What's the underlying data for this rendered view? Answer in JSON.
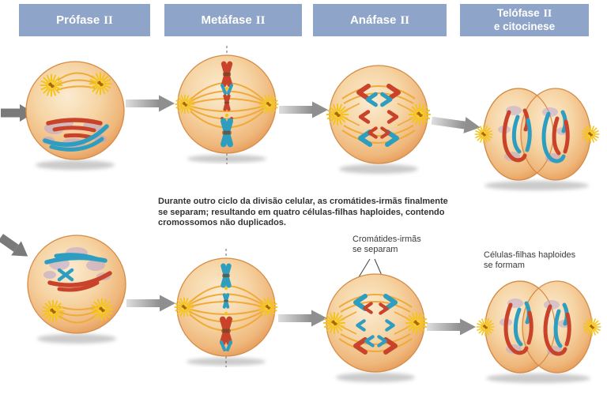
{
  "phases": [
    {
      "name": "Prófase",
      "numeral": "II",
      "line2": ""
    },
    {
      "name": "Metáfase",
      "numeral": "II",
      "line2": ""
    },
    {
      "name": "Anáfase",
      "numeral": "II",
      "line2": ""
    },
    {
      "name": "Telófase",
      "numeral": "II",
      "line2": "e citocinese"
    }
  ],
  "description": {
    "line1": "Durante outro ciclo da divisão celular, as cromátides-irmãs finalmente",
    "line2": "se separam; resultando em quatro células-filhas haploides, contendo",
    "line3": "cromossomos não duplicados."
  },
  "annotations": {
    "sister_chromatids": {
      "line1": "Cromátides-irmãs",
      "line2": "se separam"
    },
    "daughter_cells": {
      "line1": "Células-filhas haploides",
      "line2": "se formam"
    }
  },
  "colors": {
    "header_box": "#8EA4C8",
    "header_text": "#FFFFFF",
    "cell_center": "#FBEBD1",
    "cell_edge": "#E2914E",
    "chromosome_red": "#C9432A",
    "chromosome_blue": "#2E9EC0",
    "spindle_fiber": "#EFAA3A",
    "aster_yellow": "#F4C41D",
    "nuclear_envelope_purple": "#B7A3D0",
    "arrow_gray": "#8F8F8F",
    "text": "#333333"
  }
}
